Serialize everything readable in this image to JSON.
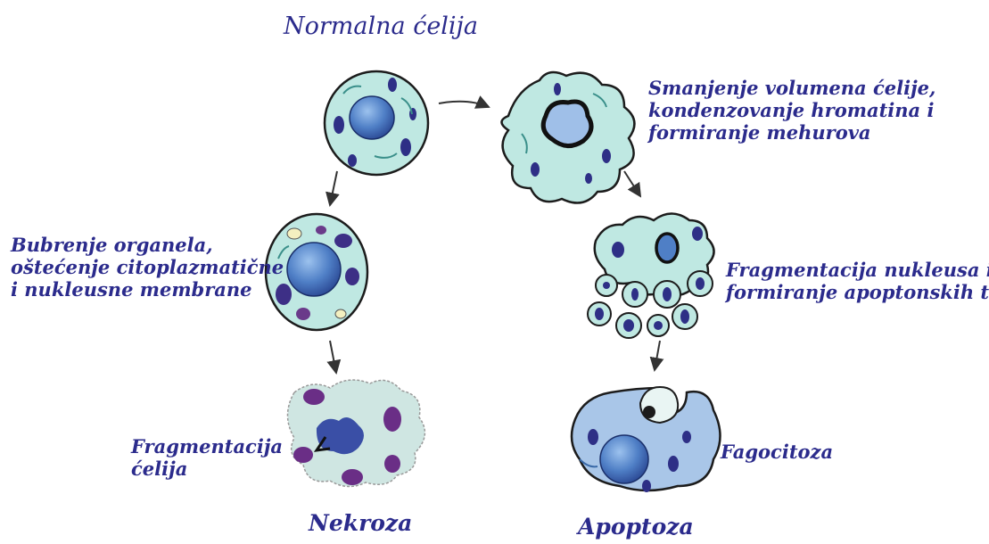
{
  "title": "Normalna ćelija",
  "labels": {
    "apoptosis_step1": [
      "Smanjenje volumena ćelije,",
      "kondenzovanje hromatina i",
      "formiranje mehurova"
    ],
    "necrosis_step1": [
      "Bubrenje organela,",
      "oštećenje citoplazmatične",
      "i nukleusne membrane"
    ],
    "apoptosis_step2": [
      "Fragmentacija nukleusa i",
      "formiranje apoptonskih tela"
    ],
    "necrosis_step2": [
      "Fragmentacija",
      "ćelija"
    ],
    "apoptosis_step3": "Fagocitoza"
  },
  "outcomes": {
    "necrosis": "Nekroza",
    "apoptosis": "Apoptoza"
  },
  "colors": {
    "text": "#2b2b8c",
    "cytoplasm": "#b9e6e0",
    "cytoplasm_blue": "#a9c6e8",
    "nucleus": "#5f8fd0",
    "organelle": "#2e2f86",
    "outline": "#1c1c1c"
  }
}
